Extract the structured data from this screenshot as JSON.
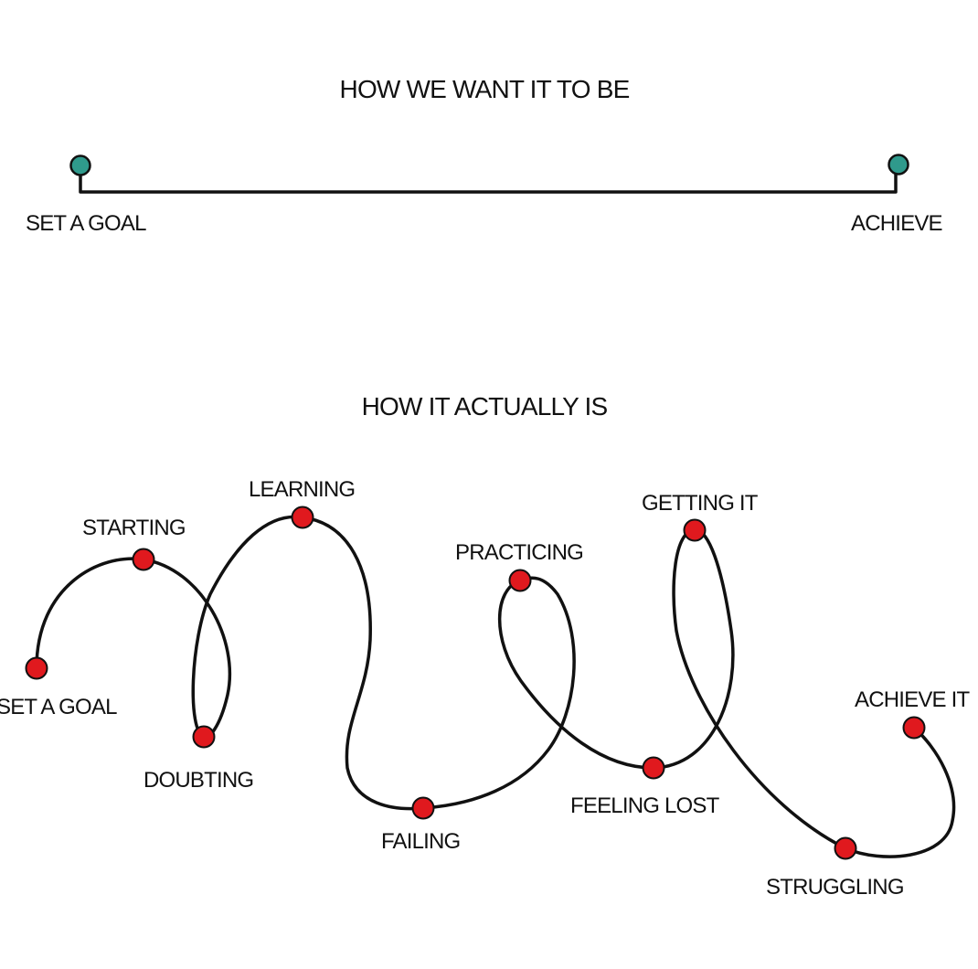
{
  "ideal": {
    "title": "HOW WE WANT IT TO BE",
    "start_label": "SET A GOAL",
    "end_label": "ACHIEVE",
    "marker_color": "#2f9a8c"
  },
  "actual": {
    "title": "HOW IT ACTUALLY IS",
    "marker_color": "#e0191e",
    "stages": [
      "SET A GOAL",
      "STARTING",
      "DOUBTING",
      "LEARNING",
      "FAILING",
      "PRACTICING",
      "FEELING LOST",
      "GETTING IT",
      "STRUGGLING",
      "ACHIEVE IT"
    ]
  }
}
